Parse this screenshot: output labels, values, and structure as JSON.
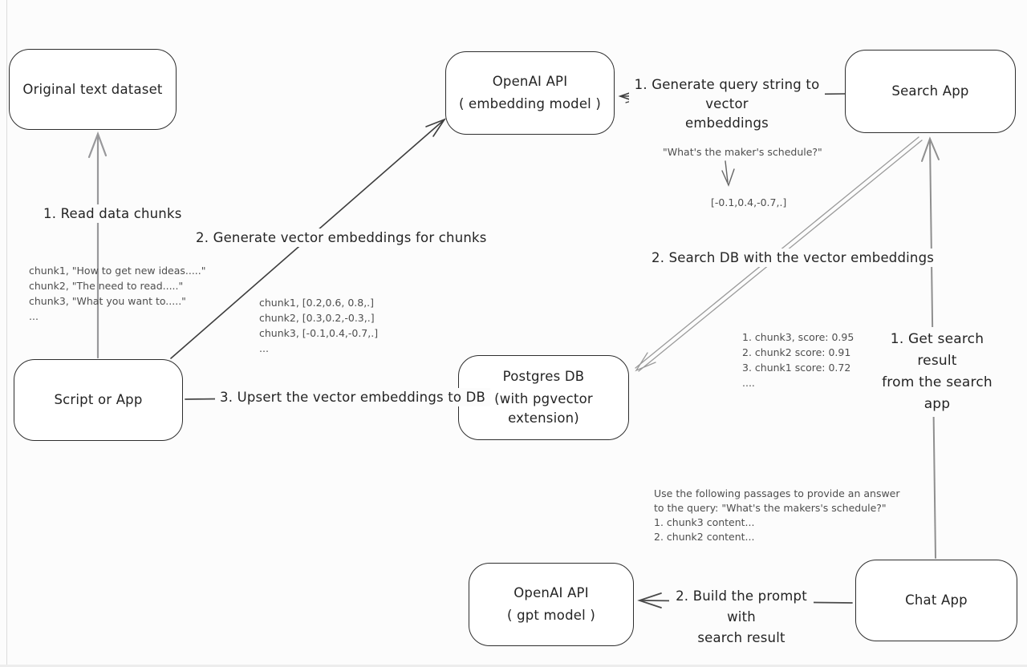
{
  "colors": {
    "page_bg": "#fcfcfc",
    "box_border": "#2e2e2e",
    "box_fill": "#ffffff",
    "label_text": "#242424",
    "annotation_text": "#4e4e4e",
    "line_gray": "#98989b",
    "line_dark": "#3d3d3d"
  },
  "nodes": {
    "original": {
      "label": "Original text dataset"
    },
    "embedding_api": {
      "label": "OpenAI API",
      "sublabel": "( embedding model )"
    },
    "search_app": {
      "label": "Search App"
    },
    "script": {
      "label": "Script or App"
    },
    "postgres": {
      "label": "Postgres DB",
      "sublabel": "(with pgvector extension)"
    },
    "gpt_api": {
      "label": "OpenAI API",
      "sublabel": "( gpt model )"
    },
    "chat_app": {
      "label": "Chat App"
    }
  },
  "edges": {
    "read_chunks": {
      "label": "1. Read data chunks"
    },
    "generate_embeddings": {
      "label": "2. Generate vector embeddings for chunks"
    },
    "upsert": {
      "label": "3. Upsert the vector embeddings to DB"
    },
    "query_to_vector": {
      "line1": "1. Generate query string to vector",
      "line2": "embeddings"
    },
    "search_db": {
      "label": "2. Search DB with the vector embeddings"
    },
    "get_result": {
      "line1": "1. Get search result",
      "line2": "from the search app"
    },
    "build_prompt": {
      "line1": "2. Build the prompt with",
      "line2": "search result"
    }
  },
  "annotations": {
    "chunk_samples": [
      "chunk1, \"How to get new ideas.....\"",
      "chunk2, \"The need to read.....\"",
      "chunk3, \"What you want to.....\"",
      "..."
    ],
    "embedding_samples": [
      "chunk1, [0.2,0.6, 0.8,.]",
      "chunk2, [0.3,0.2,-0.3,.]",
      "chunk3, [-0.1,0.4,-0.7,.]",
      "..."
    ],
    "query_text": "\"What's the maker's schedule?\"",
    "query_vector": "[-0.1,0.4,-0.7,.]",
    "score_results": [
      "1. chunk3, score: 0.95",
      "2. chunk2 score: 0.91",
      "3. chunk1 score: 0.72",
      "...."
    ],
    "prompt_lines": [
      "Use the following passages to provide an answer",
      "to the query: \"What's the makers's schedule?\"",
      "1. chunk3 content...",
      "2. chunk2 content..."
    ]
  }
}
